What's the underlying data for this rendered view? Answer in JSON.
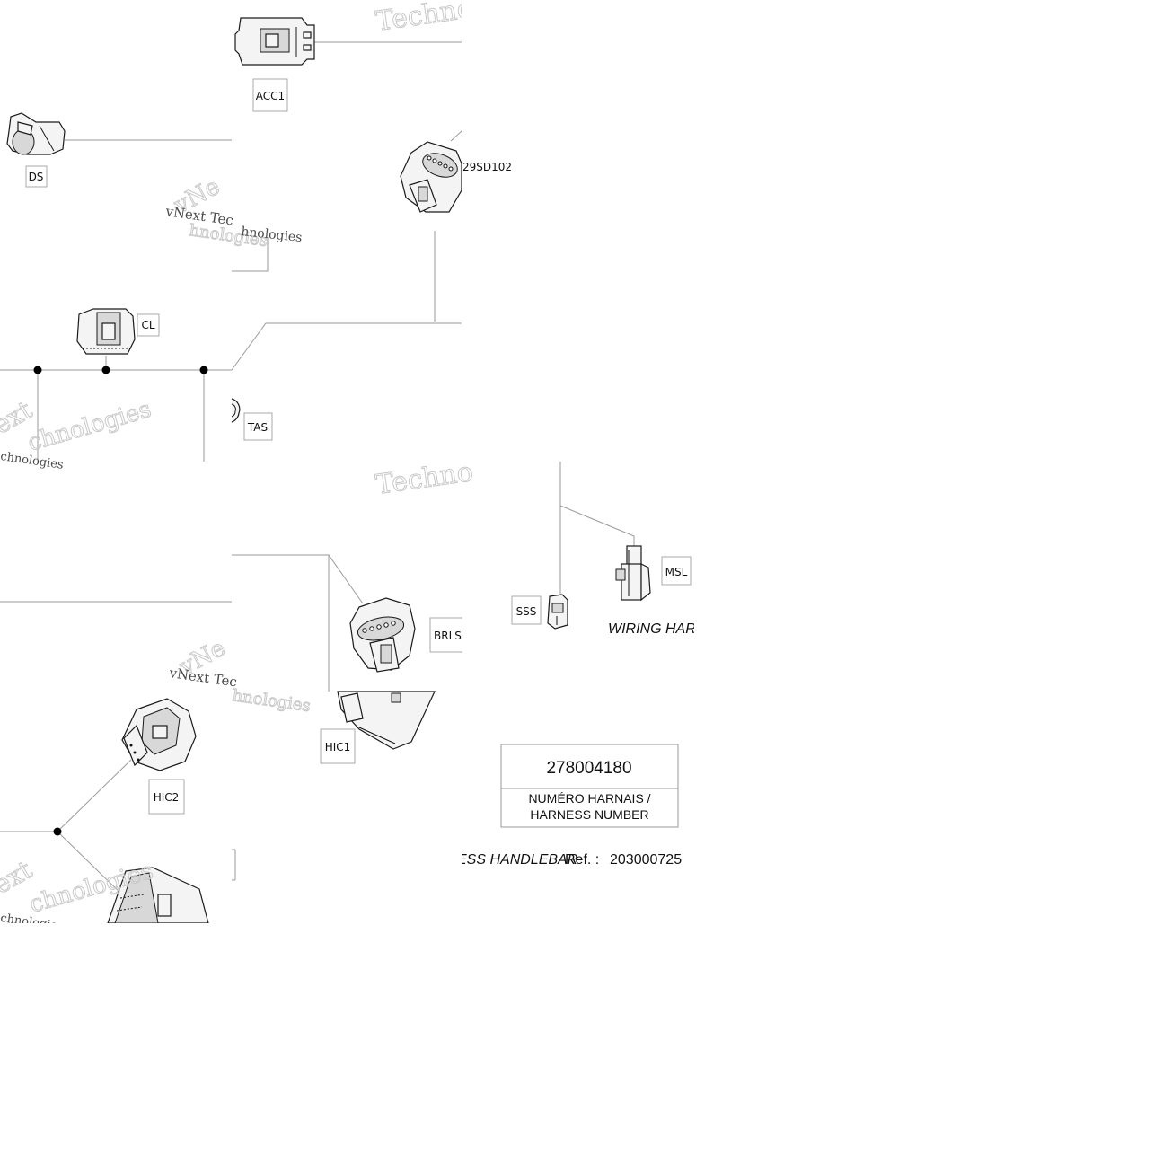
{
  "connectors": {
    "acc1": "ACC1",
    "ds": "DS",
    "sd102": "29SD102",
    "cl": "CL",
    "tas": "TAS",
    "msl": "MSL",
    "sss": "SSS",
    "brls": "BRLS",
    "hic1": "HIC1",
    "hic2": "HIC2"
  },
  "watermarks": {
    "w1": "Techno",
    "w2": "vNext Tec",
    "w3": "hnologies",
    "w4": "ext",
    "w5": "chnologies",
    "w6": "Techno",
    "w7": "vNext Tec",
    "w8": "hnologies",
    "w9": "ext",
    "w10": "chnologies",
    "w11": "vNe",
    "w12": "vNe"
  },
  "harness_caption": "WIRING HARNE",
  "title_block": {
    "number": "278004180",
    "label": "NUMÉRO HARNAIS / HARNESS NUMBER"
  },
  "reference": {
    "name": "ESS  HANDLEBAR",
    "ref_label": "Ref. :",
    "ref_value": "203000725"
  }
}
